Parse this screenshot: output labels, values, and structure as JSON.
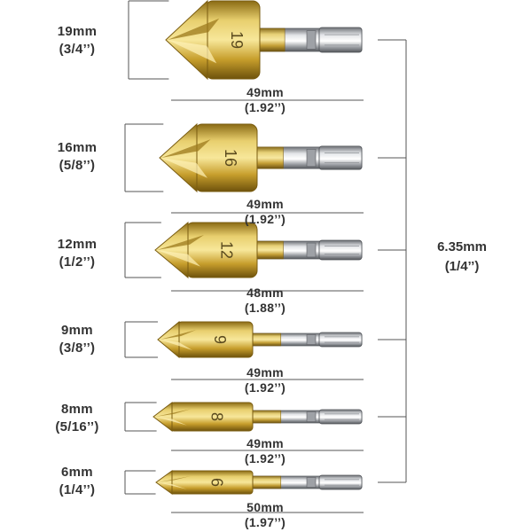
{
  "bits": [
    {
      "size": "19",
      "diameter_mm": "19mm",
      "diameter_in": "(3/4’’)",
      "length_mm": "49mm",
      "length_in": "(1.92’’)"
    },
    {
      "size": "16",
      "diameter_mm": "16mm",
      "diameter_in": "(5/8’’)",
      "length_mm": "49mm",
      "length_in": "(1.92’’)"
    },
    {
      "size": "12",
      "diameter_mm": "12mm",
      "diameter_in": "(1/2’’)",
      "length_mm": "48mm",
      "length_in": "(1.88’’)"
    },
    {
      "size": "9",
      "diameter_mm": "9mm",
      "diameter_in": "(3/8’’)",
      "length_mm": "49mm",
      "length_in": "(1.92’’)"
    },
    {
      "size": "8",
      "diameter_mm": "8mm",
      "diameter_in": "(5/16’’)",
      "length_mm": "49mm",
      "length_in": "(1.92’’)"
    },
    {
      "size": "6",
      "diameter_mm": "6mm",
      "diameter_in": "(1/4’’)",
      "length_mm": "50mm",
      "length_in": "(1.97’’)"
    }
  ],
  "shank": {
    "mm": "6.35mm",
    "in": "(1/4’’)"
  },
  "colors": {
    "gold": "#c9a232",
    "silver": "#b9bcc0",
    "line": "#555555"
  }
}
